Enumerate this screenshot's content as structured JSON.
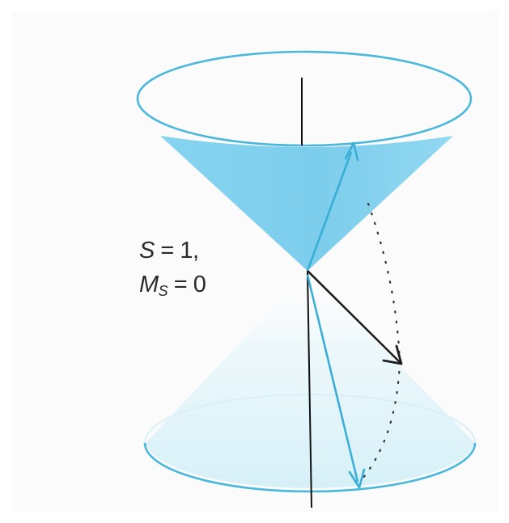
{
  "labels": {
    "spin_total": {
      "symbol": "S",
      "equals": " = ",
      "value": "1,"
    },
    "spin_projection": {
      "symbol": "M",
      "subscript": "S",
      "equals": " = ",
      "value": "0"
    }
  },
  "colors": {
    "cone_edge": "#4ab8dc",
    "upper_cone_fill": "#7fd0ee",
    "lower_cone_fill": "#e6f6fb",
    "spin_vector": "#3aaed6",
    "total_vector": "#1f1f1f",
    "axis": "#111111",
    "precession_path": "#333333"
  }
}
